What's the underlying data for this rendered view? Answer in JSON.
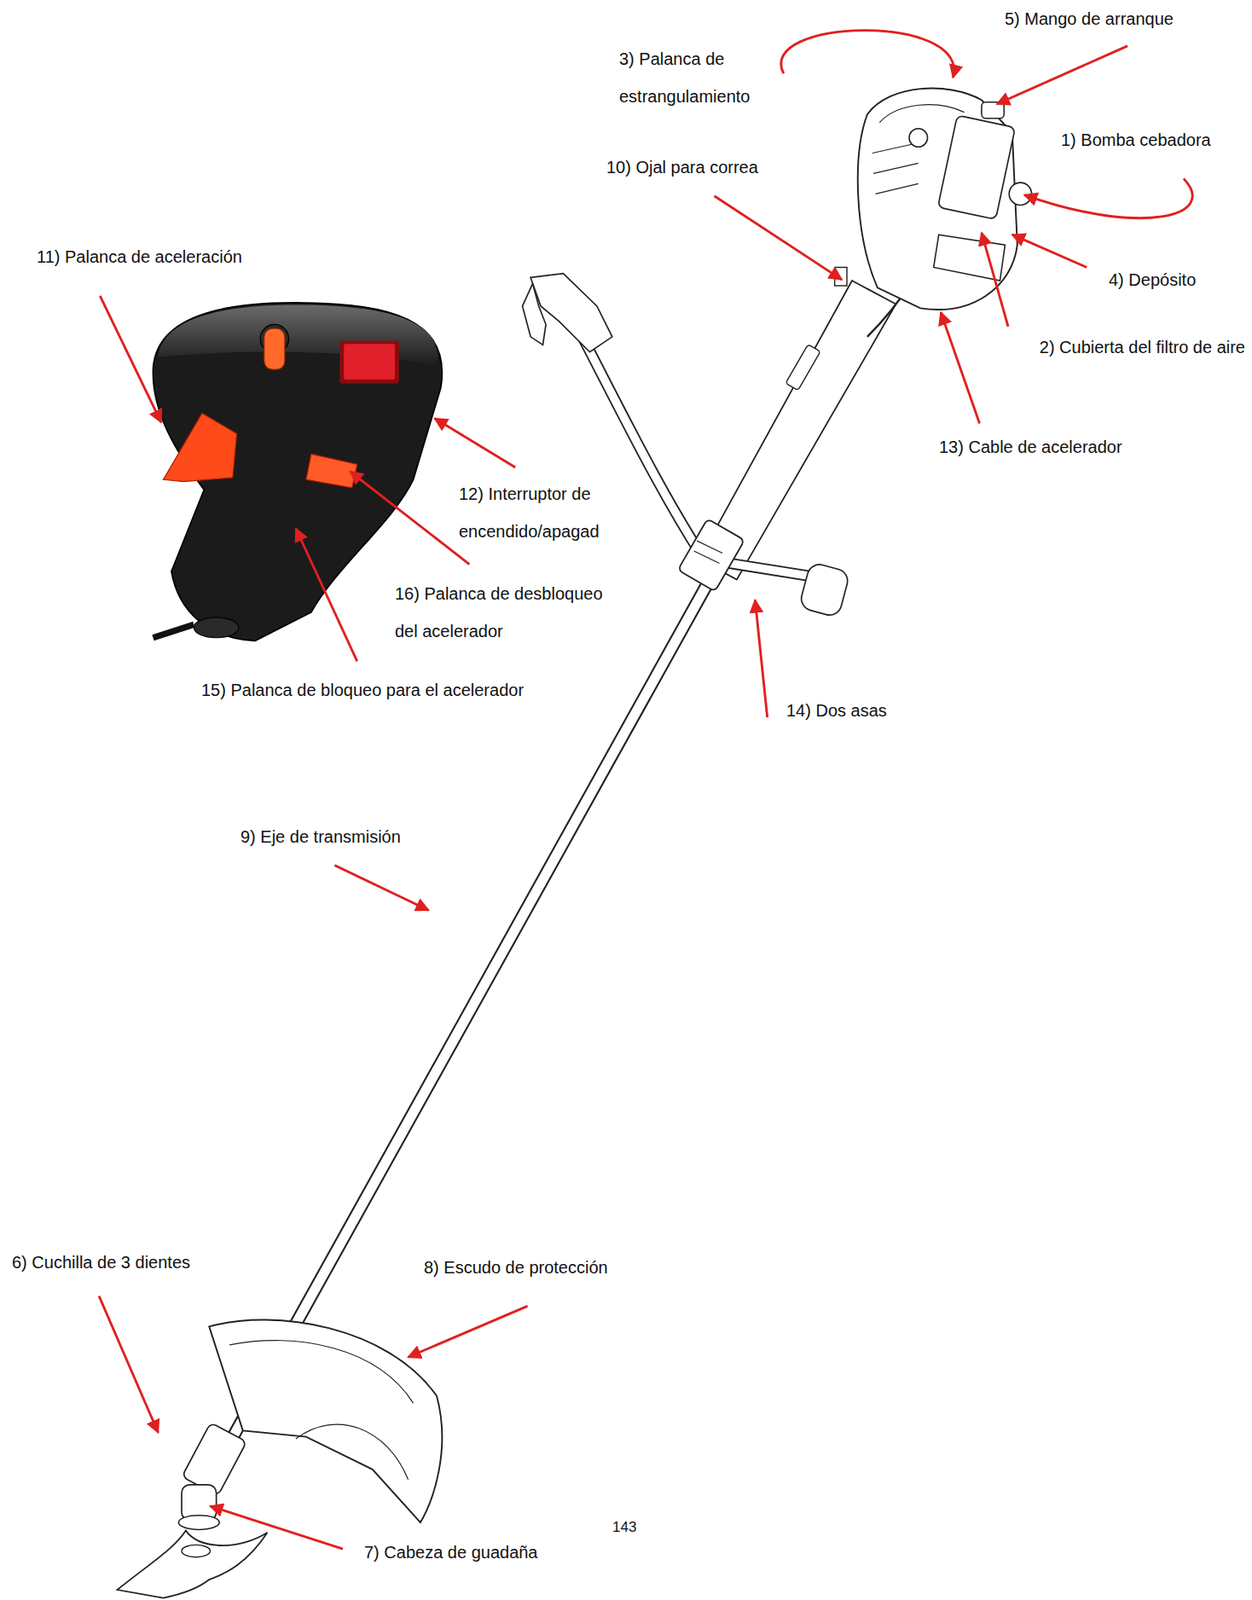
{
  "diagram": {
    "labels": [
      "5) Mango de arranque",
      "3) Palanca de estrangulamiento",
      "1) Bomba cebadora",
      "10) Ojal para correa",
      "11) Palanca de aceleración",
      "4) Depósito",
      "2) Cubierta del filtro de aire",
      "13) Cable de acelerador",
      "12) Interruptor de encendido/apagad",
      "16) Palanca de desbloqueo del acelerador",
      "15) Palanca de bloqueo para el acelerador",
      "14) Dos asas",
      "9) Eje de transmisión",
      "6) Cuchilla de 3 dientes",
      "8) Escudo de protección",
      "143",
      "7) Cabeza de guadaña"
    ]
  }
}
